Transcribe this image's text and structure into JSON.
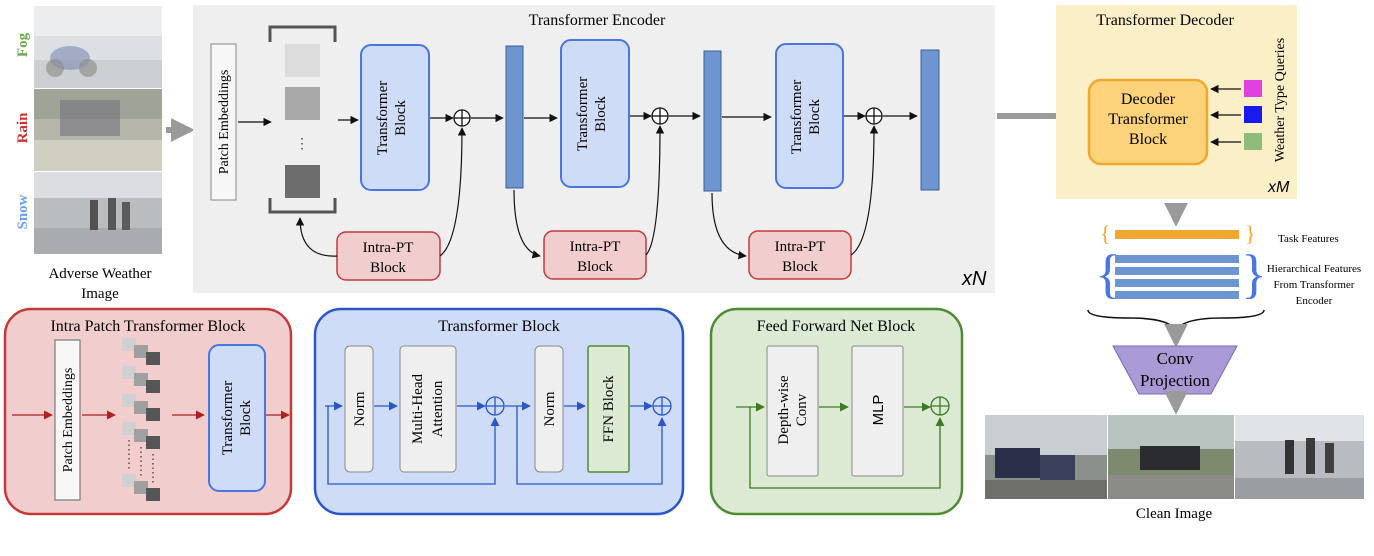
{
  "input": {
    "labels": [
      "Fog",
      "Rain",
      "Snow"
    ],
    "label_colors": [
      "#6aa84f",
      "#cc3333",
      "#6d9eeb"
    ],
    "caption_line1": "Adverse Weather",
    "caption_line2": "Image"
  },
  "encoder": {
    "title": "Transformer Encoder",
    "patch_embeddings": "Patch Embeddings",
    "transformer_block": [
      "Transformer",
      "Block"
    ],
    "intra_pt": [
      "Intra-PT",
      "Block"
    ],
    "repeat": "xN"
  },
  "decoder": {
    "title": "Transformer Decoder",
    "block": [
      "Decoder",
      "Transformer",
      "Block"
    ],
    "queries_label": "Weather Type Queries",
    "query_colors": [
      "#e040e0",
      "#1a1aee",
      "#8fbc7a"
    ],
    "repeat": "xM"
  },
  "features": {
    "task": "Task Features",
    "hier": [
      "Hierarchical Features",
      "From Transformer",
      "Encoder"
    ]
  },
  "conv": [
    "Conv",
    "Projection"
  ],
  "output": {
    "caption": "Clean Image"
  },
  "intra_block": {
    "title": "Intra Patch Transformer Block",
    "patch_embeddings": "Patch  Embeddings",
    "transformer_block": [
      "Transformer",
      "Block"
    ]
  },
  "t_block": {
    "title": "Transformer Block",
    "norm1": "Norm",
    "mha": [
      "Multi-Head",
      "Attention"
    ],
    "norm2": "Norm",
    "ffn": "FFN Block"
  },
  "ffn_block": {
    "title": "Feed Forward Net Block",
    "dwconv": [
      "Depth-wise",
      "Conv"
    ],
    "mlp": "MLP"
  },
  "colors": {
    "encoder_bg": "#efefef",
    "decoder_bg": "#fbefc7",
    "blue_block": "#cfdcf7",
    "blue_border": "#4a76e0",
    "bar": "#6d95cf",
    "red_bg": "#f1cdcd",
    "red_border": "#c43a3a",
    "green_bg": "#dcead3",
    "green_border": "#4f8a35",
    "orange": "#f0a830",
    "purple": "#a99ad6"
  }
}
